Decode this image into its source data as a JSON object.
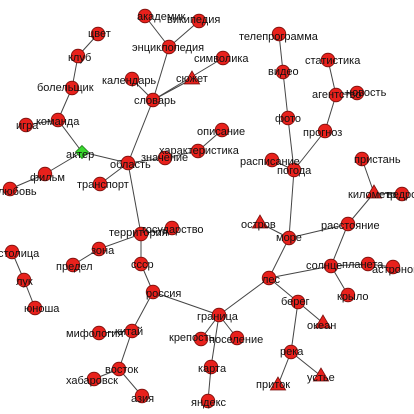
{
  "colors": {
    "node": "#e8211c",
    "node_stroke": "#7a0f0c",
    "root": "#3ad92e",
    "root_stroke": "#1d7a18",
    "edge": "#444444",
    "label": "#111111",
    "background": "#ffffff"
  },
  "nodes": [
    {
      "id": "akademik",
      "label": "академик",
      "shape": "circle"
    },
    {
      "id": "vikipediya",
      "label": "википедия",
      "shape": "circle"
    },
    {
      "id": "entsiklopediya",
      "label": "энциклопедия",
      "shape": "circle"
    },
    {
      "id": "simvolika",
      "label": "символика",
      "shape": "circle"
    },
    {
      "id": "kalendar",
      "label": "календарь",
      "shape": "circle"
    },
    {
      "id": "syuzhet",
      "label": "сюжет",
      "shape": "triangle"
    },
    {
      "id": "slovar",
      "label": "словарь",
      "shape": "circle"
    },
    {
      "id": "tsvet",
      "label": "цвет",
      "shape": "circle"
    },
    {
      "id": "klub",
      "label": "клуб",
      "shape": "circle"
    },
    {
      "id": "bolelshchik",
      "label": "болельщик",
      "shape": "circle"
    },
    {
      "id": "komanda",
      "label": "команда",
      "shape": "circle"
    },
    {
      "id": "igra",
      "label": "игра",
      "shape": "circle"
    },
    {
      "id": "aktyor",
      "label": "актер",
      "shape": "diamond"
    },
    {
      "id": "film",
      "label": "фильм",
      "shape": "circle"
    },
    {
      "id": "lyubov",
      "label": "любовь",
      "shape": "circle"
    },
    {
      "id": "oblast",
      "label": "область",
      "shape": "circle"
    },
    {
      "id": "transport",
      "label": "транспорт",
      "shape": "circle"
    },
    {
      "id": "znachenie",
      "label": "значение",
      "shape": "circle"
    },
    {
      "id": "kharakteristika",
      "label": "характеристика",
      "shape": "circle"
    },
    {
      "id": "opisanie",
      "label": "описание",
      "shape": "circle"
    },
    {
      "id": "territoriya",
      "label": "территория",
      "shape": "circle"
    },
    {
      "id": "gosudarstvo",
      "label": "государство",
      "shape": "circle"
    },
    {
      "id": "zona",
      "label": "зона",
      "shape": "circle"
    },
    {
      "id": "predel",
      "label": "предел",
      "shape": "circle"
    },
    {
      "id": "sssr",
      "label": "ссср",
      "shape": "circle"
    },
    {
      "id": "rossiya",
      "label": "россия",
      "shape": "circle"
    },
    {
      "id": "stolitsa",
      "label": "столица",
      "shape": "circle"
    },
    {
      "id": "luk",
      "label": "лук",
      "shape": "circle"
    },
    {
      "id": "yunosha",
      "label": "юноша",
      "shape": "circle"
    },
    {
      "id": "mifologiya",
      "label": "мифология",
      "shape": "circle"
    },
    {
      "id": "kitay",
      "label": "китай",
      "shape": "circle"
    },
    {
      "id": "vostok",
      "label": "восток",
      "shape": "circle"
    },
    {
      "id": "khabarovsk",
      "label": "хабаровск",
      "shape": "circle"
    },
    {
      "id": "aziya",
      "label": "азия",
      "shape": "circle"
    },
    {
      "id": "granitsa",
      "label": "граница",
      "shape": "circle"
    },
    {
      "id": "krepost",
      "label": "крепость",
      "shape": "circle"
    },
    {
      "id": "poselenie",
      "label": "поселение",
      "shape": "circle"
    },
    {
      "id": "karta",
      "label": "карта",
      "shape": "circle"
    },
    {
      "id": "yandeks",
      "label": "яндекс",
      "shape": "circle"
    },
    {
      "id": "les",
      "label": "лес",
      "shape": "circle"
    },
    {
      "id": "more",
      "label": "море",
      "shape": "circle"
    },
    {
      "id": "ostrov",
      "label": "остров",
      "shape": "triangle"
    },
    {
      "id": "pogoda",
      "label": "погода",
      "shape": "circle"
    },
    {
      "id": "raspisanie",
      "label": "расписание",
      "shape": "circle"
    },
    {
      "id": "foto",
      "label": "фото",
      "shape": "circle"
    },
    {
      "id": "video",
      "label": "видео",
      "shape": "circle"
    },
    {
      "id": "telegramma",
      "label": "телепрограмма",
      "shape": "circle"
    },
    {
      "id": "prognoz",
      "label": "прогноз",
      "shape": "circle"
    },
    {
      "id": "agentstvo",
      "label": "агентство",
      "shape": "circle"
    },
    {
      "id": "novost",
      "label": "новость",
      "shape": "circle"
    },
    {
      "id": "statistika",
      "label": "статистика",
      "shape": "circle"
    },
    {
      "id": "pristan",
      "label": "пристань",
      "shape": "circle"
    },
    {
      "id": "kilometr",
      "label": "километр",
      "shape": "triangle"
    },
    {
      "id": "vedro",
      "label": "ведро",
      "shape": "circle"
    },
    {
      "id": "rasstoyanie",
      "label": "расстояние",
      "shape": "circle"
    },
    {
      "id": "solntse",
      "label": "солнце",
      "shape": "circle"
    },
    {
      "id": "planeta",
      "label": "планета",
      "shape": "circle"
    },
    {
      "id": "astronom",
      "label": "астроном",
      "shape": "circle"
    },
    {
      "id": "krylo",
      "label": "крыло",
      "shape": "circle"
    },
    {
      "id": "bereg",
      "label": "берег",
      "shape": "circle"
    },
    {
      "id": "okean",
      "label": "океан",
      "shape": "triangle"
    },
    {
      "id": "reka",
      "label": "река",
      "shape": "circle"
    },
    {
      "id": "pritok",
      "label": "приток",
      "shape": "triangle"
    },
    {
      "id": "uste",
      "label": "устье",
      "shape": "triangle"
    }
  ],
  "edges": [
    [
      "akademik",
      "entsiklopediya"
    ],
    [
      "vikipediya",
      "entsiklopediya"
    ],
    [
      "entsiklopediya",
      "slovar"
    ],
    [
      "simvolika",
      "slovar"
    ],
    [
      "kalendar",
      "slovar"
    ],
    [
      "syuzhet",
      "slovar"
    ],
    [
      "slovar",
      "oblast"
    ],
    [
      "tsvet",
      "klub"
    ],
    [
      "klub",
      "bolelshchik"
    ],
    [
      "bolelshchik",
      "komanda"
    ],
    [
      "igra",
      "komanda"
    ],
    [
      "komanda",
      "aktyor"
    ],
    [
      "aktyor",
      "film"
    ],
    [
      "film",
      "lyubov"
    ],
    [
      "aktyor",
      "oblast"
    ],
    [
      "oblast",
      "transport"
    ],
    [
      "oblast",
      "znachenie"
    ],
    [
      "znachenie",
      "kharakteristika"
    ],
    [
      "kharakteristika",
      "opisanie"
    ],
    [
      "oblast",
      "territoriya"
    ],
    [
      "territoriya",
      "gosudarstvo"
    ],
    [
      "territoriya",
      "zona"
    ],
    [
      "zona",
      "predel"
    ],
    [
      "territoriya",
      "sssr"
    ],
    [
      "sssr",
      "rossiya"
    ],
    [
      "stolitsa",
      "luk"
    ],
    [
      "luk",
      "yunosha"
    ],
    [
      "rossiya",
      "kitay"
    ],
    [
      "mifologiya",
      "kitay"
    ],
    [
      "kitay",
      "vostok"
    ],
    [
      "vostok",
      "khabarovsk"
    ],
    [
      "vostok",
      "aziya"
    ],
    [
      "rossiya",
      "granitsa"
    ],
    [
      "granitsa",
      "krepost"
    ],
    [
      "granitsa",
      "poselenie"
    ],
    [
      "granitsa",
      "karta"
    ],
    [
      "karta",
      "yandeks"
    ],
    [
      "granitsa",
      "les"
    ],
    [
      "les",
      "more"
    ],
    [
      "more",
      "ostrov"
    ],
    [
      "more",
      "pogoda"
    ],
    [
      "pogoda",
      "raspisanie"
    ],
    [
      "pogoda",
      "foto"
    ],
    [
      "foto",
      "video"
    ],
    [
      "video",
      "telegramma"
    ],
    [
      "pogoda",
      "prognoz"
    ],
    [
      "prognoz",
      "agentstvo"
    ],
    [
      "agentstvo",
      "novost"
    ],
    [
      "agentstvo",
      "statistika"
    ],
    [
      "more",
      "rasstoyanie"
    ],
    [
      "rasstoyanie",
      "kilometr"
    ],
    [
      "kilometr",
      "pristan"
    ],
    [
      "kilometr",
      "vedro"
    ],
    [
      "les",
      "solntse"
    ],
    [
      "rasstoyanie",
      "solntse"
    ],
    [
      "solntse",
      "planeta"
    ],
    [
      "planeta",
      "astronom"
    ],
    [
      "solntse",
      "krylo"
    ],
    [
      "les",
      "bereg"
    ],
    [
      "bereg",
      "okean"
    ],
    [
      "bereg",
      "reka"
    ],
    [
      "reka",
      "pritok"
    ],
    [
      "reka",
      "uste"
    ]
  ]
}
